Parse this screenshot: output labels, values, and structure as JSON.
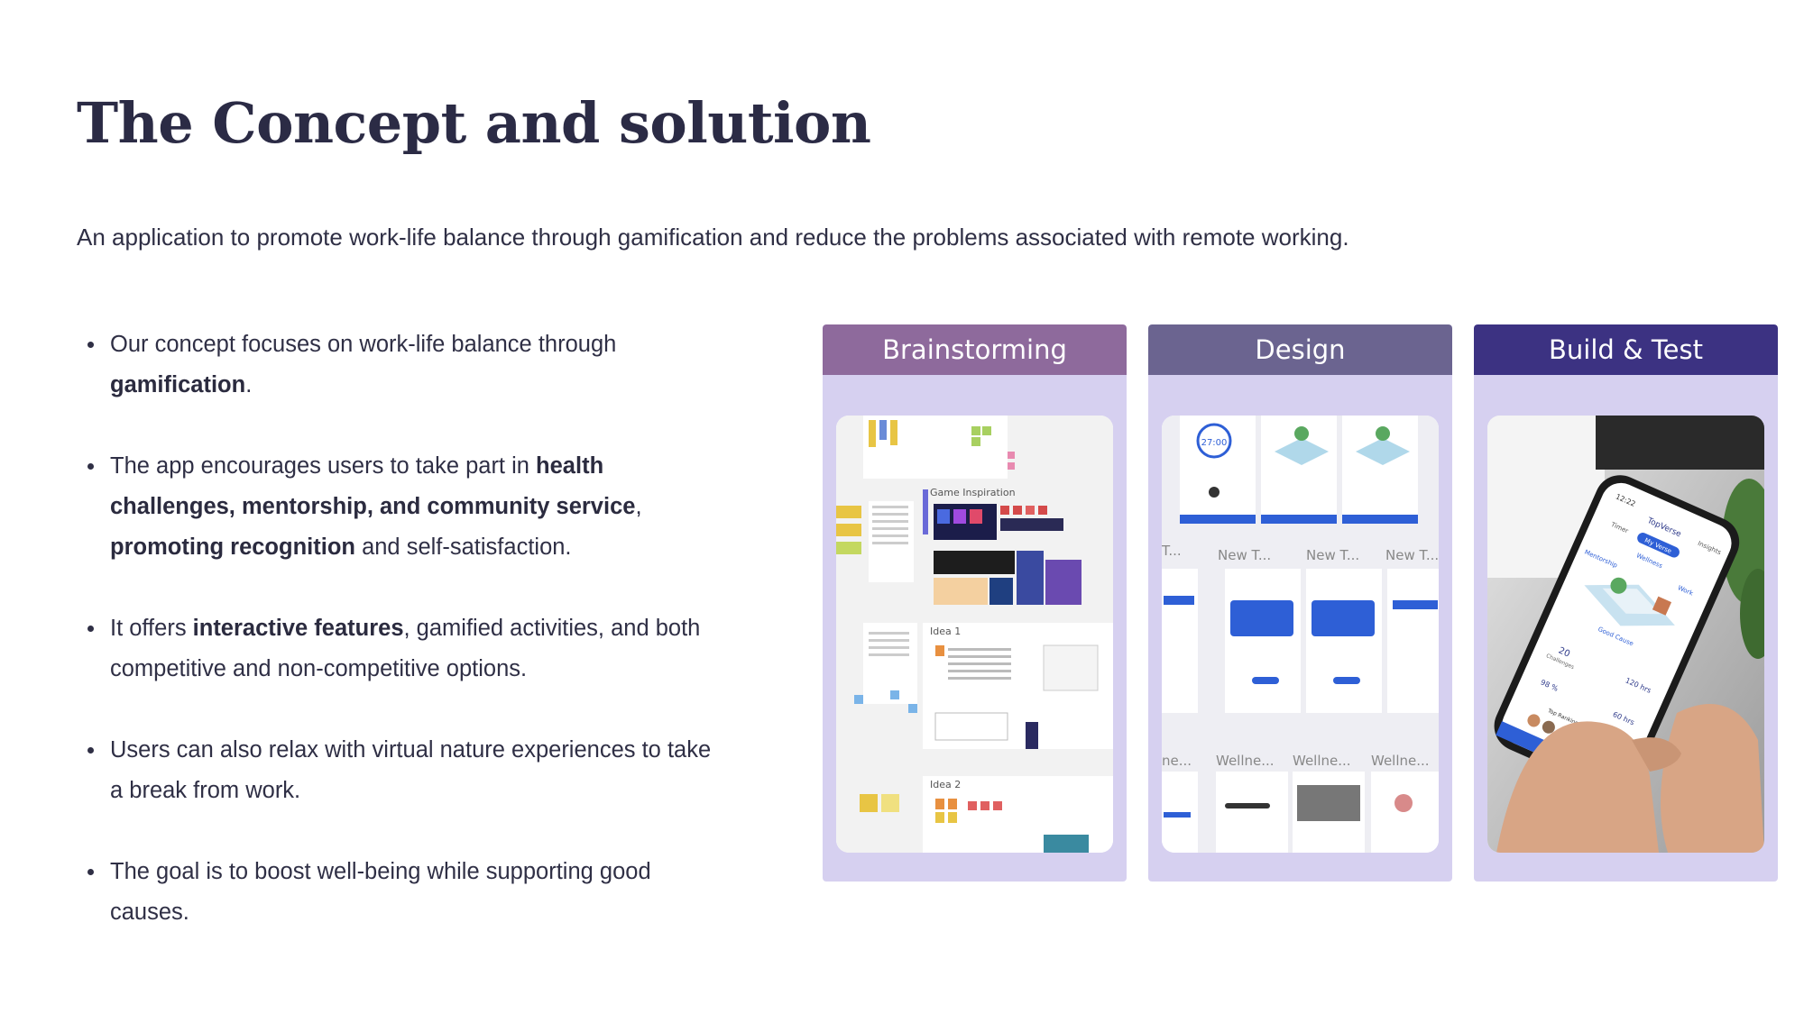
{
  "heading": "The Concept and solution",
  "intro": "An application to promote work-life balance through gamification and reduce the problems associated with remote working.",
  "bullets": [
    {
      "parts": [
        {
          "text": "Our concept focuses on work-life balance through "
        },
        {
          "text": "gamification",
          "bold": true
        },
        {
          "text": "."
        }
      ]
    },
    {
      "parts": [
        {
          "text": "The app encourages users to take part in "
        },
        {
          "text": "health challenges, mentorship, and community service",
          "bold": true
        },
        {
          "text": ", "
        },
        {
          "text": "promoting recognition",
          "bold": true
        },
        {
          "text": " and self-satisfaction."
        }
      ]
    },
    {
      "parts": [
        {
          "text": "It offers "
        },
        {
          "text": "interactive features",
          "bold": true
        },
        {
          "text": ", gamified activities, and both competitive and non-competitive options."
        }
      ]
    },
    {
      "parts": [
        {
          "text": "Users can also relax with virtual nature experiences to take a break from work."
        }
      ]
    },
    {
      "parts": [
        {
          "text": "The goal is to boost well-being while supporting good causes."
        }
      ]
    }
  ],
  "stages": {
    "brainstorming": {
      "label": "Brainstorming",
      "color": "#8e6a9c",
      "image_text": {
        "game": "Game Inspiration",
        "idea1": "Idea 1",
        "idea2": "Idea 2"
      }
    },
    "design": {
      "label": "Design",
      "color": "#6b6490",
      "image_text": {
        "timer": "27:00",
        "new1": "New T...",
        "new2": "New T...",
        "new3": "New T...",
        "new0": "T...",
        "well0": "ne...",
        "well1": "Wellne...",
        "well2": "Wellne...",
        "well3": "Wellne..."
      }
    },
    "build": {
      "label": "Build & Test",
      "color": "#3c3282",
      "image_text": {
        "time": "12:22",
        "app": "TopVerse",
        "insights": "Insights",
        "tab1": "Timer",
        "tab2": "My Verse",
        "mentorship": "Mentorship",
        "wellness": "Wellness",
        "work": "Work",
        "good": "Good Cause",
        "stat1": "20",
        "stat1b": "Challenges",
        "stat2": "120 hrs",
        "stat3": "60 hrs",
        "stat4": "98 %",
        "ranking": "Top Ranking Users"
      }
    }
  }
}
